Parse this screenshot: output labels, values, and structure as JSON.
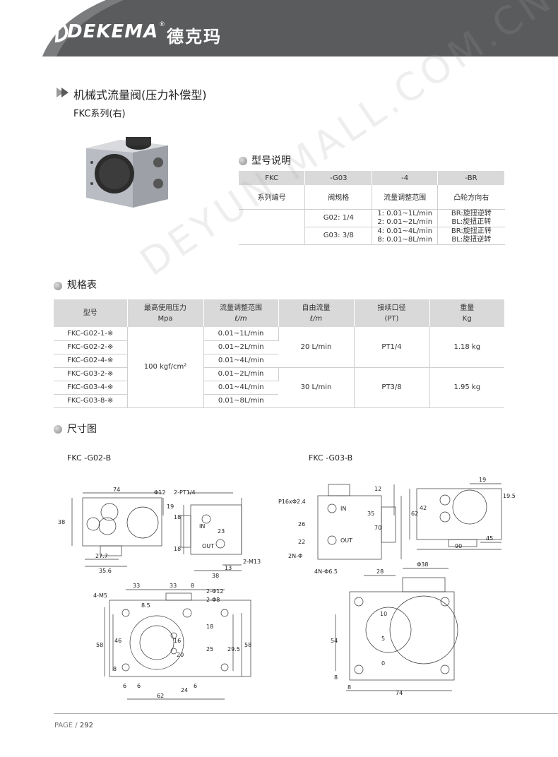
{
  "brand": {
    "name": "DEKEMA",
    "reg": "®",
    "cn_name": "德克玛"
  },
  "title": "机械式流量阀(压力补偿型)",
  "subtitle": "FKC系列(右)",
  "model_section": {
    "heading": "型号说明",
    "headers": [
      "FKC",
      "-G03",
      "-4",
      "-BR"
    ],
    "descriptions": [
      "系列编号",
      "阀规格",
      "流量调整范围",
      "凸轮方向右"
    ],
    "sizes": [
      "G02: 1/4",
      "G03: 3/8"
    ],
    "flow_ranges": [
      "1: 0.01~1L/min",
      "2: 0.01~2L/min",
      "4: 0.01~4L/min",
      "8: 0.01~8L/min"
    ],
    "directions": [
      "BR:旋扭逆转",
      "BL:旋扭正转",
      "BR:旋扭正转",
      "BL:旋扭逆转"
    ]
  },
  "spec_section": {
    "heading": "规格表",
    "headers": [
      {
        "l1": "型号",
        "l2": ""
      },
      {
        "l1": "最高使用压力",
        "l2": "Mpa"
      },
      {
        "l1": "流量调整范围",
        "l2": "ℓ/m"
      },
      {
        "l1": "自由流量",
        "l2": "ℓ/m"
      },
      {
        "l1": "接续口径",
        "l2": "(PT)"
      },
      {
        "l1": "重量",
        "l2": "Kg"
      }
    ],
    "models": [
      "FKC-G02-1-※",
      "FKC-G02-2-※",
      "FKC-G02-4-※",
      "FKC-G03-2-※",
      "FKC-G03-4-※",
      "FKC-G03-8-※"
    ],
    "pressure": "100 kgf/cm²",
    "flows": [
      "0.01~1L/min",
      "0.01~2L/min",
      "0.01~4L/min",
      "0.01~2L/min",
      "0.01~4L/min",
      "0.01~8L/min"
    ],
    "group1": {
      "free_flow": "20 L/min",
      "port": "PT1/4",
      "weight": "1.18 kg"
    },
    "group2": {
      "free_flow": "30 L/min",
      "port": "PT3/8",
      "weight": "1.95 kg"
    }
  },
  "dim_section": {
    "heading": "尺寸图",
    "label_g02": "FKC -G02-B",
    "label_g03": "FKC -G03-B",
    "dims": {
      "d74": "74",
      "phi12": "Φ12",
      "d19": "19",
      "d38": "38",
      "d27_7": "27.7",
      "d35_6": "35.6",
      "pt14": "2-PT1/4",
      "d18": "18",
      "d23": "23",
      "in": "IN",
      "out": "OUT",
      "m13": "2-M13",
      "d13": "13",
      "d33": "33",
      "d8": "8",
      "m5": "4-M5",
      "phi12b": "2-Φ12",
      "phi8": "2-Φ8",
      "d8_5": "8.5",
      "d46": "46",
      "d58": "58",
      "d29_5": "29.5",
      "d25": "25",
      "d6": "6",
      "d24": "24",
      "d62": "62",
      "d16": "16",
      "d20": "20",
      "d12": "12",
      "p16": "P16xΦ2.4",
      "d35": "35",
      "d70": "70",
      "d26": "26",
      "d22": "22",
      "n_phi": "2N-Φ",
      "d42": "42",
      "d19_5": "19.5",
      "d45": "45",
      "d90": "90",
      "phi6_5": "4N-Φ6.5",
      "d28": "28",
      "phi38": "Φ38",
      "d10": "10",
      "d5": "5",
      "d0": "0",
      "d54": "54"
    }
  },
  "footer": {
    "page_label": "PAGE /",
    "page_number": "292"
  },
  "watermark": "DEYUN MALL.COM.CN德云商城"
}
